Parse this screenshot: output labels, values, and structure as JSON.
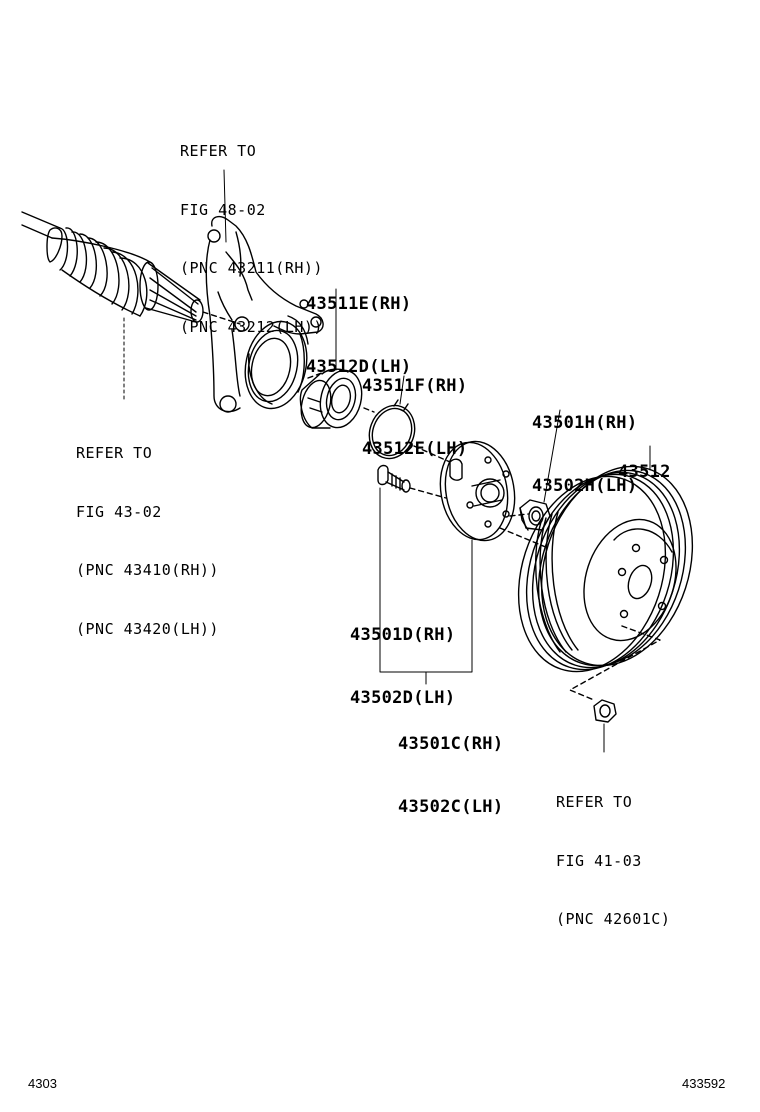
{
  "refs": {
    "knuckle": [
      "REFER TO",
      "FIG 48-02",
      "(PNC 43211(RH))",
      "(PNC 43212(LH))"
    ],
    "driveshaft": [
      "REFER TO",
      "FIG 43-02",
      "(PNC 43410(RH))",
      "(PNC 43420(LH))"
    ],
    "nut": [
      "REFER TO",
      "FIG 41-03",
      "(PNC 42601C)"
    ]
  },
  "parts": {
    "bearing": [
      "43511E(RH)",
      "43512D(LH)"
    ],
    "snap_ring": [
      "43511F(RH)",
      "43512E(LH)"
    ],
    "hub_nut": [
      "43501H(RH)",
      "43502H(LH)"
    ],
    "disc": [
      "43512"
    ],
    "hub_bolt": [
      "43501D(RH)",
      "43502D(LH)"
    ],
    "hub_assy": [
      "43501C(RH)",
      "43502C(LH)"
    ]
  },
  "footer": {
    "left": "4303",
    "right": "433592"
  }
}
